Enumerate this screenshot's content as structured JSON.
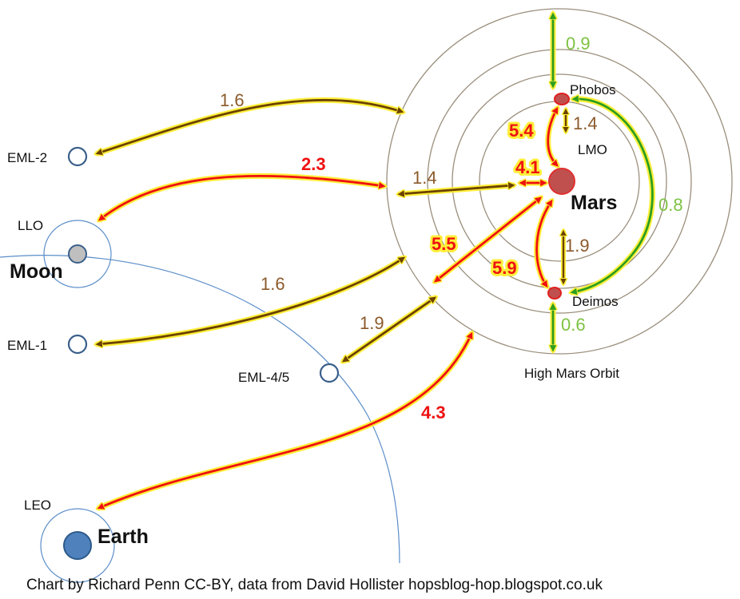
{
  "nodes": {
    "earth": "Earth",
    "leo": "LEO",
    "moon": "Moon",
    "llo": "LLO",
    "eml1": "EML-1",
    "eml2": "EML-2",
    "eml45": "EML-4/5",
    "mars": "Mars",
    "lmo": "LMO",
    "phobos": "Phobos",
    "deimos": "Deimos",
    "high_mars_orbit": "High Mars Orbit"
  },
  "transfers": {
    "eml2_hmo": "1.6",
    "llo_lmo": "2.3",
    "hmo_lmo": "1.4",
    "eml1_hmo": "1.6",
    "eml45_hmo": "1.9",
    "leo_hmo": "4.3",
    "mars_lmo": "4.1",
    "mars_phobos": "5.4",
    "phobos_lmo": "1.4",
    "mars_hmo": "5.5",
    "mars_deimos": "5.9",
    "deimos_lmo": "1.9",
    "phobos_deimos": "0.8",
    "hmo_phobos": "0.9",
    "hmo_deimos": "0.6"
  },
  "credit": "Chart by Richard Penn CC-BY, data from David Hollister hopsblog-hop.blogspot.co.uk",
  "colors": {
    "brown": "#8b5a2b",
    "green": "#7dc242",
    "red": "#ee1111",
    "glow": "#ffef3a",
    "ring": "#9a8f7c",
    "orbit": "#5b8ec8",
    "mars": "#c0504d",
    "earth": "#4f81bd",
    "moon": "#bfbfbf"
  }
}
